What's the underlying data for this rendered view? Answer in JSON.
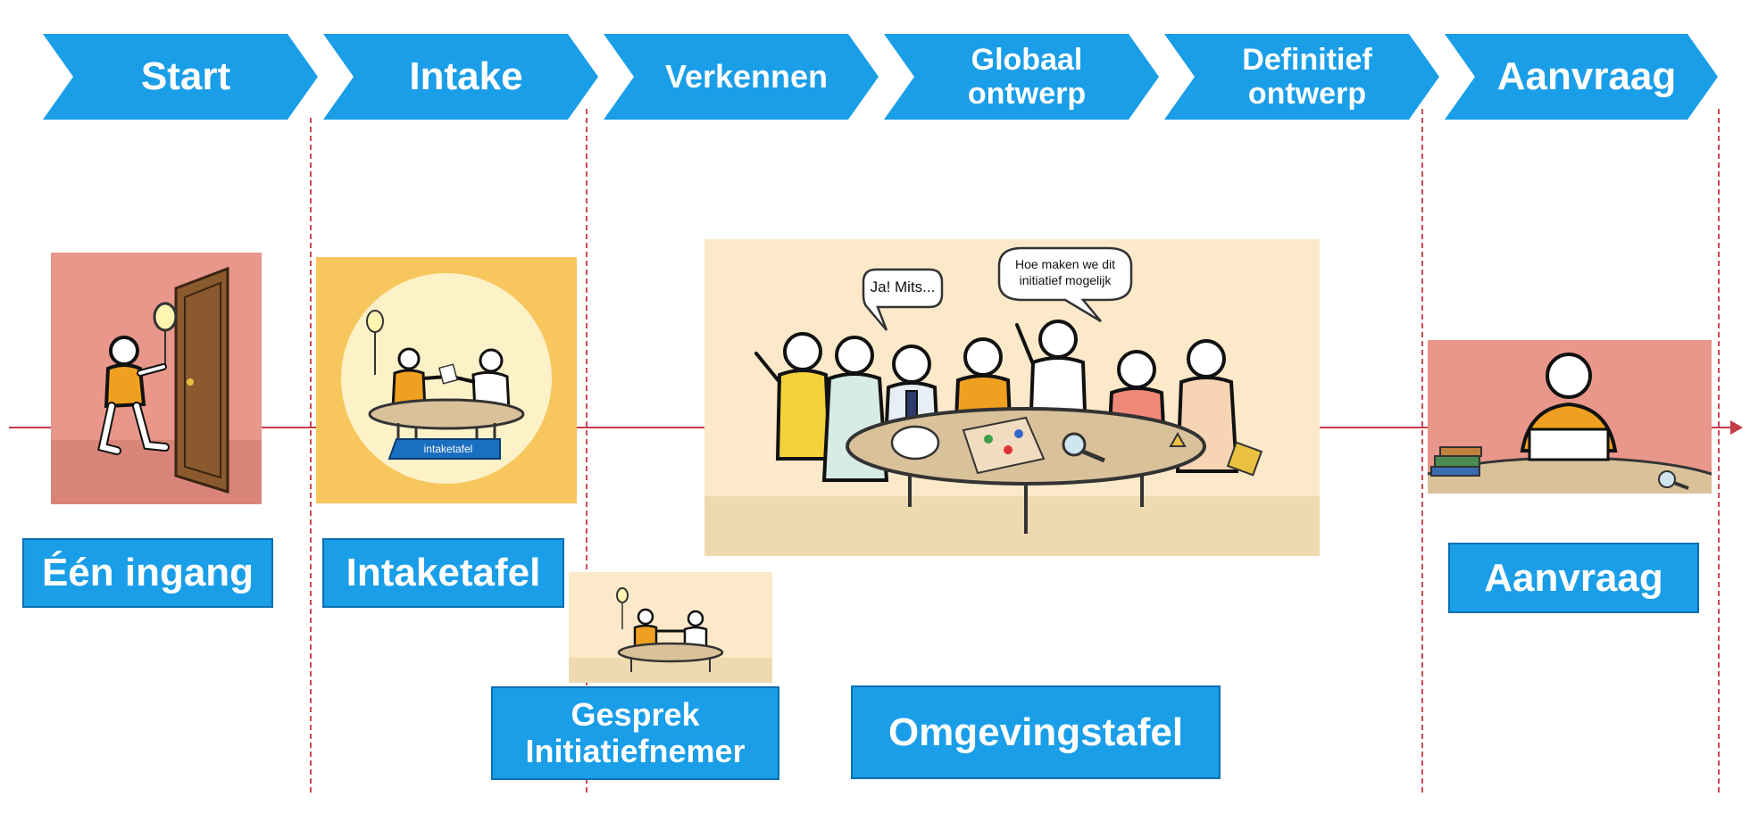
{
  "steps": [
    {
      "label": "Start"
    },
    {
      "label": "Intake"
    },
    {
      "label": "Verkennen"
    },
    {
      "label": "Globaal\nontwerp",
      "line1": "Globaal",
      "line2": "ontwerp"
    },
    {
      "label": "Definitief\nontwerp",
      "line1": "Definitief",
      "line2": "ontwerp"
    },
    {
      "label": "Aanvraag"
    }
  ],
  "labels": {
    "een_ingang": "Één ingang",
    "intaketafel": "Intaketafel",
    "gesprek_line1": "Gesprek",
    "gesprek_line2": "Initiatiefnemer",
    "omgevingstafel": "Omgevingstafel",
    "aanvraag": "Aanvraag"
  },
  "illustrations": {
    "intake_sign": "intaketafel",
    "bubble_left": "Ja! Mits...",
    "bubble_right_line1": "Hoe maken we dit",
    "bubble_right_line2": "initiatief mogelijk"
  },
  "colors": {
    "chevron": "#1a9ee8",
    "label_border": "#0b6fb0",
    "divider": "#d04a55",
    "timeline": "#c53a46",
    "salmon_bg": "#e8978a",
    "cream_bg": "#fbe9c9",
    "orange_shirt": "#f0a020"
  }
}
